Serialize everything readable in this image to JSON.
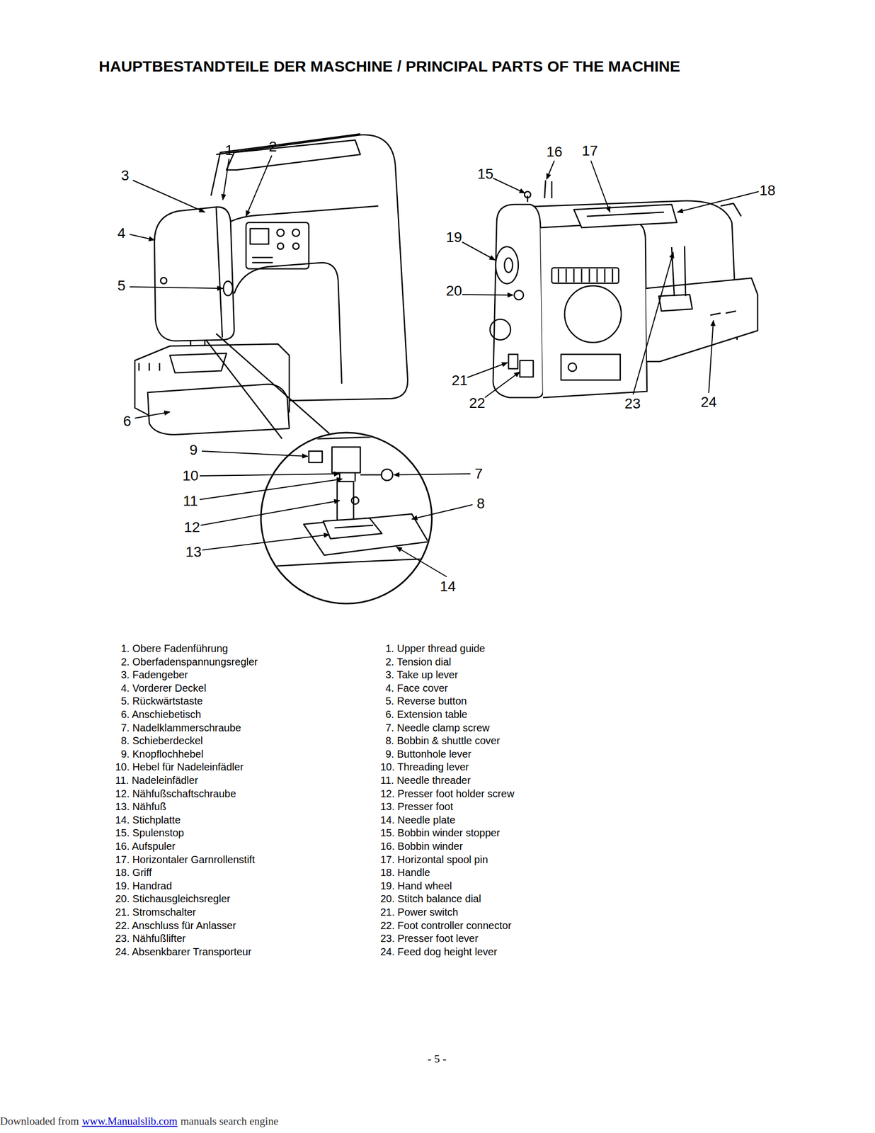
{
  "diagram": {
    "title": "HAUPTBESTANDTEILE DER MASCHINE / PRINCIPAL PARTS OF THE MACHINE",
    "labels": [
      "1",
      "2",
      "16",
      "17",
      "15",
      "3",
      "18",
      "4",
      "19",
      "5",
      "20",
      "21",
      "22",
      "23",
      "24",
      "6",
      "9",
      "10",
      "7",
      "11",
      "8",
      "12",
      "13",
      "14",
      "1. Obere Fadenführung",
      "2. Oberfadenspannungsregler",
      "3. Fadengeber",
      "4. Vorderer Deckel",
      "5. Rückwärtstaste",
      "6. Anschiebetisch",
      "7. Nadelklammerschraube",
      "8. Schieberdeckel",
      "9. Knopflochhebel",
      "10. Hebel für Nadeleinfädler",
      "11. Nadeleinfädler",
      "12. Nähfußschaftschraube",
      "13. Nähfuß",
      "14. Stichplatte",
      "15. Spulenstop",
      "16. Aufspuler",
      "17. Horizontaler Garnrollenstift",
      "18. Griff",
      "19. Handrad",
      "20. Stichausgleichsregler",
      "21. Stromschalter",
      "22. Anschluss für Anlasser",
      "23. Nähfußlifter",
      "24. Absenkbarer Transporteur",
      "1. Upper thread guide",
      "2. Tension dial",
      "3. Take up lever",
      "4. Face cover",
      "5. Reverse button",
      "6. Extension table",
      "7. Needle clamp screw",
      "8. Bobbin & shuttle cover",
      "9. Buttonhole lever",
      "10. Threading lever",
      "11. Needle threader",
      "12. Presser foot holder screw",
      "13. Presser foot",
      "14. Needle plate",
      "15. Bobbin winder stopper",
      "16. Bobbin winder",
      "17. Horizontal spool pin",
      "18. Handle",
      "19. Hand wheel",
      "20. Stitch balance dial",
      "21. Power switch",
      "22. Foot controller connector",
      "23. Presser foot lever",
      "24. Feed dog height lever",
      "- 5 -",
      "Downloaded from",
      "www.Manualslib.com",
      "manuals search engine"
    ]
  }
}
